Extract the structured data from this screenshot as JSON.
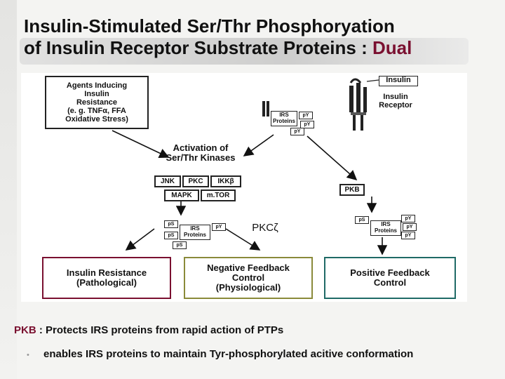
{
  "title": {
    "line1": "Insulin-Stimulated Ser/Thr Phosphoryation",
    "line2_main": "of Insulin Receptor Substrate Proteins : ",
    "line2_accent": "Dual"
  },
  "agents_box": {
    "line1": "Agents Inducing",
    "line2": "Insulin",
    "line3": "Resistance",
    "line4": "(e. g. TNFα, FFA",
    "line5": "Oxidative   Stress)"
  },
  "insulin_label": "Insulin",
  "receptor_label": {
    "line1": "Insulin",
    "line2": "Receptor"
  },
  "irs_top": {
    "protein_line1": "IRS",
    "protein_line2": "Proteins",
    "py1": "pY",
    "py2": "pY",
    "py3": "pY"
  },
  "activation": {
    "line1": "Activation of",
    "line2": "Ser/Thr Kinases"
  },
  "kinases": {
    "jnk": "JNK",
    "pkc": "PKC",
    "ikk": "IKKβ",
    "mapk": "MAPK",
    "mtor": "m.TOR"
  },
  "pkb_label": "PKB",
  "irs_left": {
    "protein_line1": "IRS",
    "protein_line2": "Proteins",
    "ps1": "pS",
    "ps2": "pS",
    "ps3": "pS",
    "py": "pY"
  },
  "irs_right": {
    "protein_line1": "IRS",
    "protein_line2": "Proteins",
    "ps": "pS",
    "py1": "pY",
    "py2": "pY",
    "py3": "pY"
  },
  "pkc_zeta": "PKCζ",
  "outcomes": {
    "resistance": {
      "line1": "Insulin Resistance",
      "line2": "(Pathological)",
      "color": "#7a1030"
    },
    "negative": {
      "line1": "Negative Feedback",
      "line2": "Control",
      "line3": "(Physiological)",
      "color": "#8a8a3a"
    },
    "positive": {
      "line1": "Positive Feedback",
      "line2": "Control",
      "color": "#1f6a66"
    }
  },
  "footer": {
    "pkb": "PKB",
    "line1_rest": " : Protects IRS proteins from rapid action of PTPs",
    "line2": "enables IRS proteins to maintain Tyr-phosphorylated acitive conformation"
  }
}
